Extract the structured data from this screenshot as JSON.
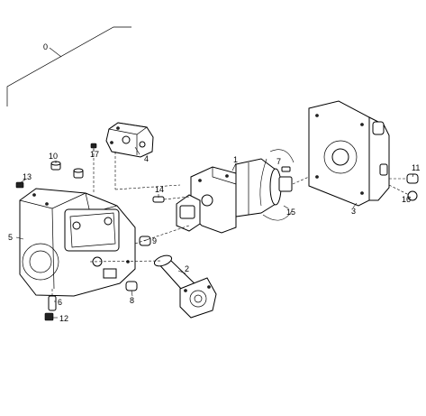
{
  "diagram": {
    "callouts": {
      "c0": "0",
      "c1": "1",
      "c2": "2",
      "c3": "3",
      "c4": "4",
      "c5": "5",
      "c6": "6",
      "c7": "7",
      "c8": "8",
      "c9": "9",
      "c10": "10",
      "c11": "11",
      "c12": "12",
      "c13": "13",
      "c14": "14",
      "c15": "15",
      "c16": "16",
      "c17": "17"
    }
  }
}
